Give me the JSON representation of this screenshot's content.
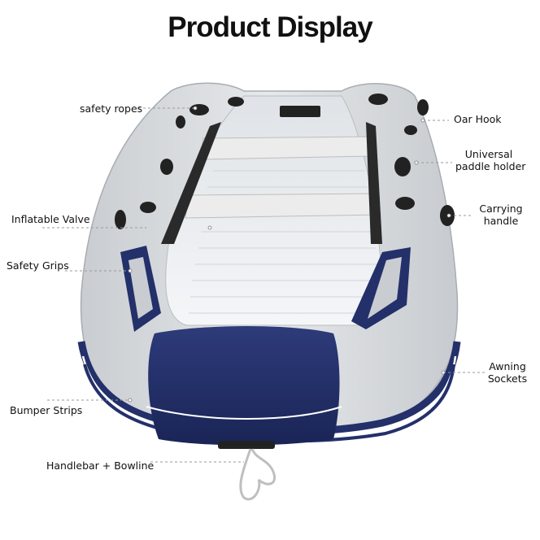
{
  "title": "Product Display",
  "labels": {
    "safety_ropes": "safety ropes",
    "oar_hook": "Oar Hook",
    "universal_paddle_holder_1": "Universal",
    "universal_paddle_holder_2": "paddle holder",
    "inflatable_valve": "Inflatable Valve",
    "carrying_handle_1": "Carrying",
    "carrying_handle_2": "handle",
    "safety_grips": "Safety Grips",
    "awning_sockets_1": "Awning",
    "awning_sockets_2": "Sockets",
    "bumper_strips": "Bumper Strips",
    "handlebar_bowline": "Handlebar + Bowline"
  },
  "colors": {
    "hull_grey": "#d9dcdf",
    "navy": "#23306a",
    "floor": "#e9ecef",
    "seat": "#e8e8e8",
    "leader_line": "#9a9a9a"
  }
}
